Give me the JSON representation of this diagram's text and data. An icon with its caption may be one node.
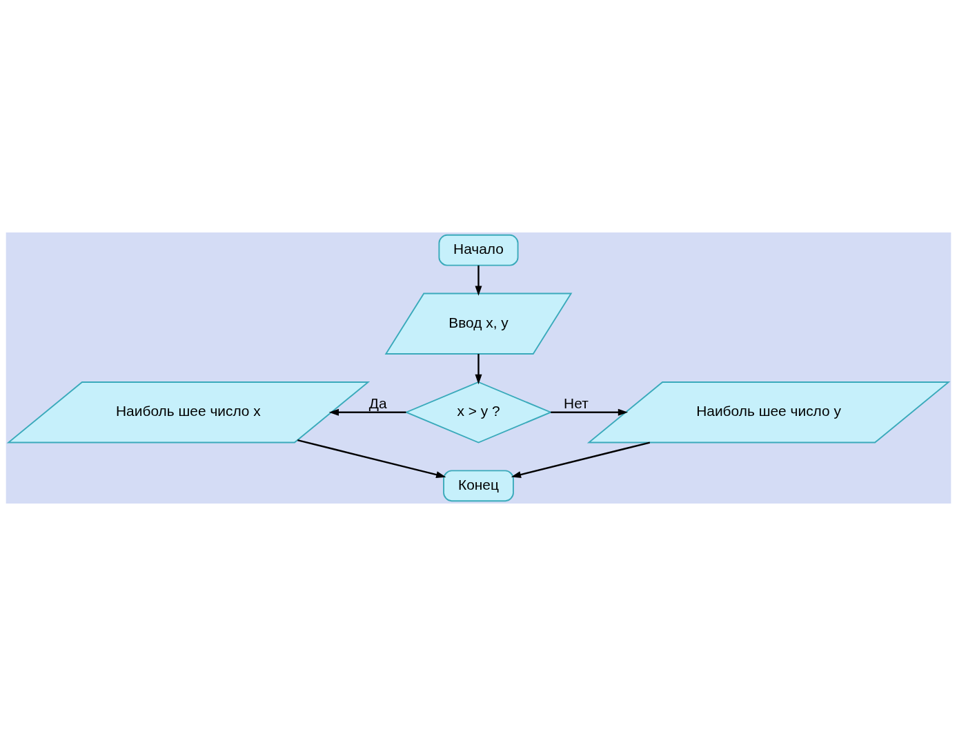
{
  "diagram": {
    "nodes": [
      {
        "text": [
          "Начало"
        ]
      },
      {
        "text": [
          "Ввод x, y"
        ]
      },
      {
        "text": [
          "x > y ?"
        ]
      },
      {
        "text": [
          "Наиболь шее число x"
        ]
      },
      {
        "text": [
          "Наиболь шее число y"
        ]
      },
      {
        "text": [
          "Конец"
        ]
      }
    ],
    "edges": [
      {
        "from": 0,
        "to": 1,
        "arrow": "to"
      },
      {
        "from": 1,
        "to": 2,
        "arrow": "to"
      },
      {
        "from": 2,
        "to": 3,
        "arrow": "to",
        "label": "Да"
      },
      {
        "from": 2,
        "to": 4,
        "arrow": "to",
        "label": "Нет"
      },
      {
        "from": 3,
        "to": 5,
        "arrow": "to"
      },
      {
        "from": 4,
        "to": 5,
        "arrow": "to"
      }
    ]
  }
}
